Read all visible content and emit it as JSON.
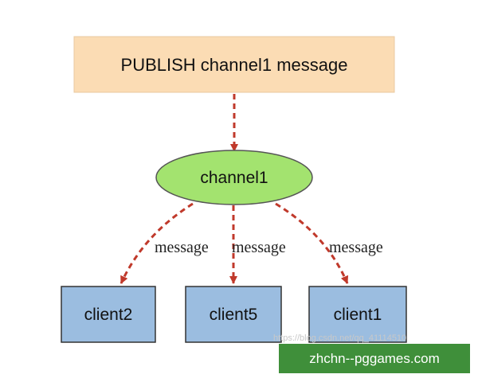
{
  "diagram": {
    "publish_label": "PUBLISH channel1 message",
    "channel_label": "channel1",
    "edge_labels": [
      "message",
      "message",
      "message"
    ],
    "clients": [
      "client2",
      "client5",
      "client1"
    ],
    "watermark_url": "https://blog.csdn.net/qq_41114510"
  },
  "banner": {
    "text": "zhchn--pggames.com"
  },
  "colors": {
    "publish_fill": "#fbdcb4",
    "channel_fill": "#a3e36f",
    "client_fill": "#9bbde0",
    "arrow": "#c0392b",
    "banner_bg": "#3f8f3a"
  }
}
